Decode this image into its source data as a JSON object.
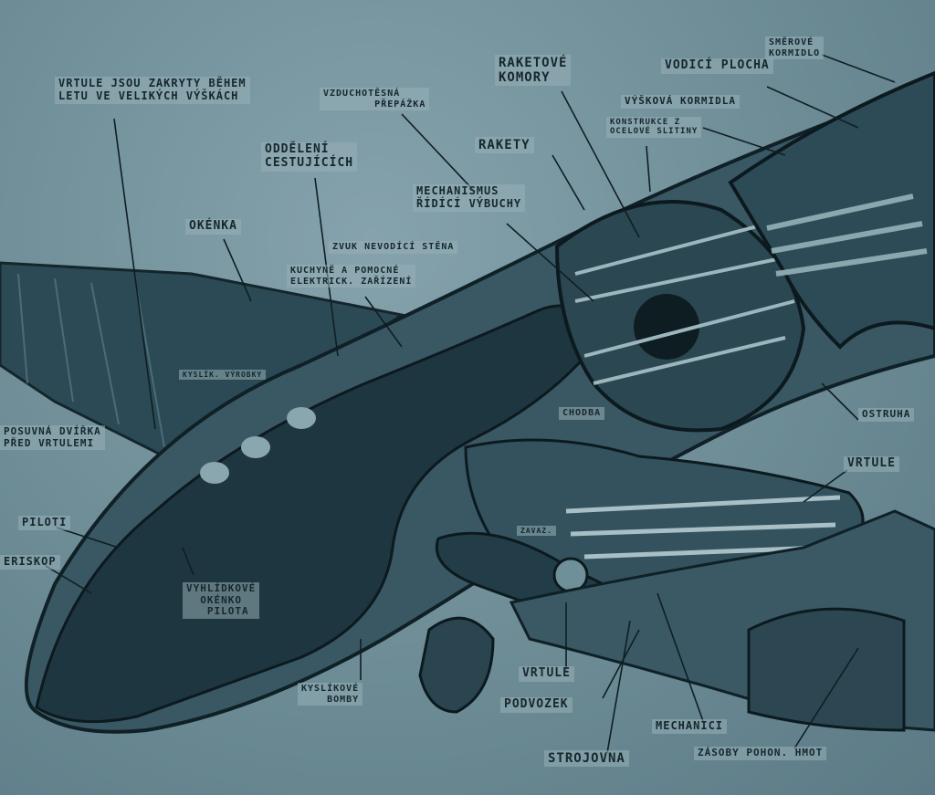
{
  "labels": {
    "smerove_kormidlo": [
      "SMĚROVÉ",
      "KORMIDLO"
    ],
    "vodici_plocha": "VODICÍ PLOCHA",
    "raketove_komory": [
      "RAKETOVÉ",
      "KOMORY"
    ],
    "vyskova_kormidla": "VÝŠKOVÁ KORMIDLA",
    "konstrukce": [
      "KONSTRUKCE Z",
      "OCELOVÉ SLITINY"
    ],
    "vrtule_zakryty": [
      "VRTULE JSOU ZAKRYTY BĚHEM",
      "LETU VE VELIKÝCH VÝŠKÁCH"
    ],
    "vzduchotesna_prepazka": [
      "VZDUCHOTĚSNÁ",
      "PŘEPÁŽKA"
    ],
    "rakety": "RAKETY",
    "oddeleni_cestujicich": [
      "ODDĚLENÍ",
      "CESTUJÍCÍCH"
    ],
    "mechanismus": [
      "MECHANISMUS",
      "ŘÍDÍCÍ VÝBUCHY"
    ],
    "okenka": "OKÉNKA",
    "zvuk_nevodici_stena": "ZVUK NEVODÍCÍ STĚNA",
    "kuchyne": [
      "KUCHYNĚ A POMOCNÉ",
      "ELEKTRICK. ZAŘÍZENÍ"
    ],
    "kyslik_vyrobky": "KYSLÍK. VÝROBKY",
    "chodba": "CHODBA",
    "ostruha": "OSTRUHA",
    "vrtule_right": "VRTULE",
    "posuvna_dvirka": [
      "POSUVNÁ DVÍŘKA",
      "PŘED VRTULEMI"
    ],
    "piloti": "PILOTI",
    "periskop": "ERISKOP",
    "zavazadla": "ZAVAZ.",
    "vyhlidkove_okenko": [
      "VYHLÍDKOVÉ",
      "OKÉNKO",
      "PILOTA"
    ],
    "kyslikove_bomby": [
      "KYSLÍKOVÉ",
      "BOMBY"
    ],
    "vrtule_bottom": "VRTULE",
    "podvozek": "PODVOZEK",
    "mechanici": "MECHANICI",
    "strojovna": "STROJOVNA",
    "zasoby": "ZÁSOBY POHON. HMOT"
  }
}
